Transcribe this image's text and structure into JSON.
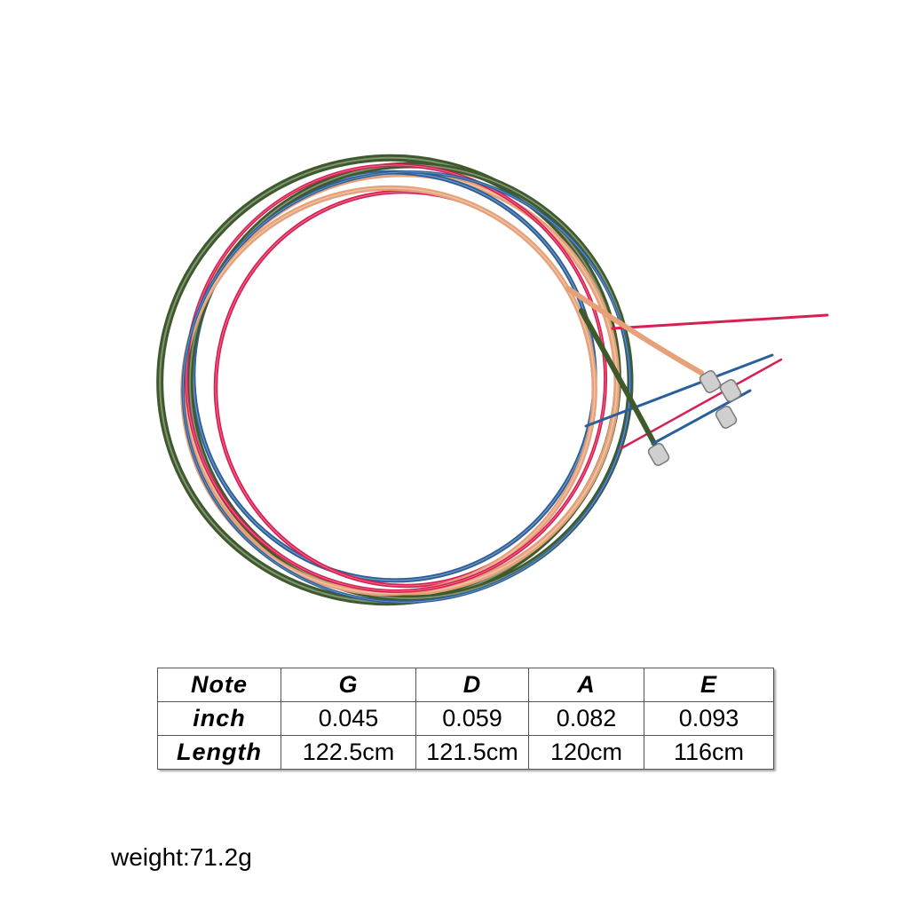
{
  "photo": {
    "subject": "coiled-guitar-strings",
    "colors": {
      "green": "#3e5a2c",
      "copper": "#e6a178",
      "blue": "#2b5f9a",
      "red": "#d81f52",
      "silver": "#cfcfcf"
    }
  },
  "table": {
    "rows": [
      {
        "label": "Note",
        "cells": [
          "G",
          "D",
          "A",
          "E"
        ]
      },
      {
        "label": "inch",
        "cells": [
          "0.045",
          "0.059",
          "0.082",
          "0.093"
        ]
      },
      {
        "label": "Length",
        "cells": [
          "122.5cm",
          "121.5cm",
          "120cm",
          "116cm"
        ]
      }
    ]
  },
  "weight": "weight:71.2g"
}
